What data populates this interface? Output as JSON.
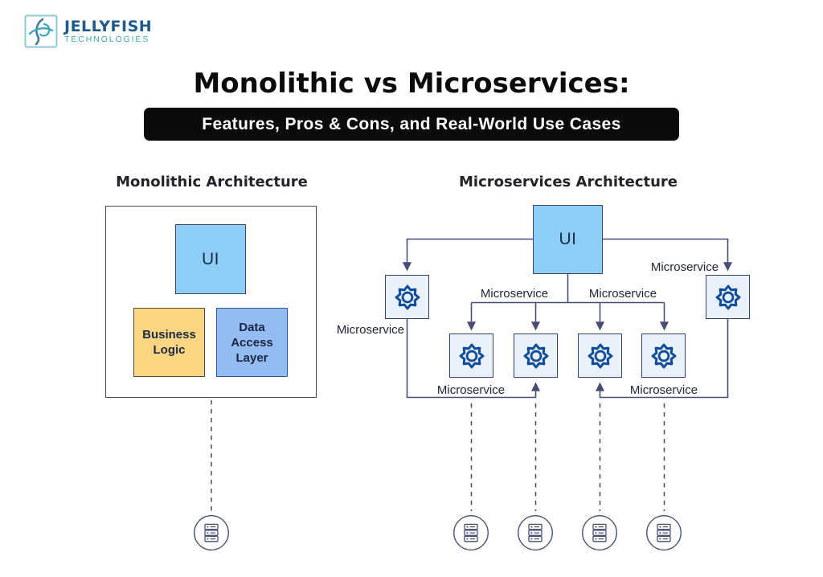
{
  "logo": {
    "brand": "JELLYFISH",
    "sub": "TECHNOLOGIES",
    "icon": "jellyfish-logo-icon"
  },
  "title": "Monolithic vs Microservices:",
  "banner": {
    "text": "Features, Pros & Cons, and Real-World Use Cases"
  },
  "monolithic": {
    "heading": "Monolithic Architecture",
    "ui": "UI",
    "business_logic": "Business Logic",
    "data_access": "Data Access Layer",
    "database_icon": "database-icon"
  },
  "microservices": {
    "heading": "Microservices Architecture",
    "ui": "UI",
    "service_icon": "gear-icon",
    "database_icon": "database-icon",
    "labels": [
      "Microservice",
      "Microservice",
      "Microservice",
      "Microservice",
      "Microservice",
      "Microservice"
    ]
  },
  "colors": {
    "line": "#474E73",
    "outer-border": "#3E4366",
    "ui-fill": "#8DCEF7",
    "ui-border": "#3A4568",
    "biz-fill": "#FAD683",
    "biz-border": "#54493A",
    "dal-fill": "#92BCF2",
    "dal-border": "#2F55A0",
    "gear-fill": "#E9F2FC",
    "gear-border": "#353F6B",
    "gear-icon": "#0F4C9A",
    "banner-bg": "#0B0B0B",
    "banner-fg": "#FFFFFF",
    "logo-blue": "#1F5B88",
    "logo-teal": "#3BA8B8",
    "heading-fg": "#232329",
    "label-fg": "#202637",
    "title-fg": "#0B0B0D"
  }
}
